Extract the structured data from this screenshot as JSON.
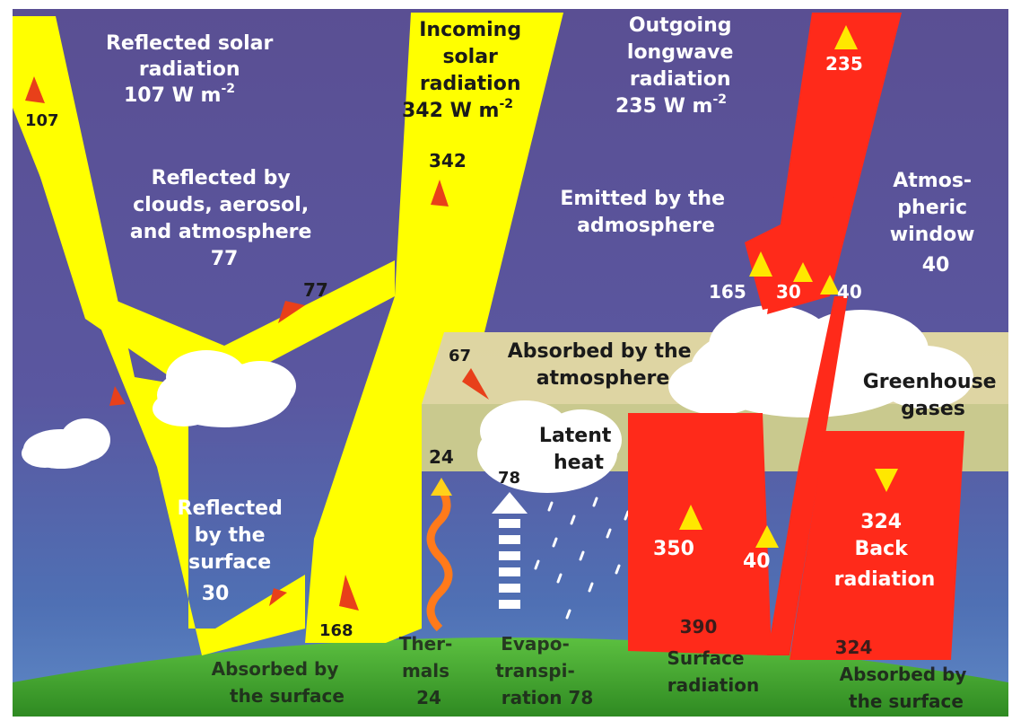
{
  "colors": {
    "sky_top": "#5a4f93",
    "sky_low": "#4f66a8",
    "absorb_band": "#e8dc9c",
    "latent_band": "#d8d88a",
    "ground": "#4aa830",
    "solar": "#ffff00",
    "longwave": "#ff2a1a",
    "arrow_solar": "#e8401a",
    "arrow_longwave": "#ffe800"
  },
  "labels": {
    "reflected_solar": [
      "Reflected solar",
      "radiation",
      "107 W m"
    ],
    "reflected_solar_sup": "-2",
    "incoming_solar": [
      "Incoming",
      "solar",
      "radiation",
      "342 W m"
    ],
    "incoming_solar_sup": "-2",
    "outgoing_longwave": [
      "Outgoing",
      "longwave",
      "radiation",
      "235 W m"
    ],
    "outgoing_longwave_sup": "-2",
    "reflected_by_clouds": [
      "Reflected by",
      "clouds, aerosol,",
      "and atmosphere",
      "77"
    ],
    "emitted_by_atmosphere": [
      "Emitted by the",
      "admosphere"
    ],
    "atmospheric_window": [
      "Atmos-",
      "pheric",
      "window",
      "40"
    ],
    "absorbed_by_atmosphere": [
      "Absorbed by the",
      "atmosphere"
    ],
    "greenhouse_gases": [
      "Greenhouse",
      "gases"
    ],
    "latent_heat": [
      "Latent",
      "heat"
    ],
    "reflected_by_surface": [
      "Reflected",
      "by the",
      "surface",
      "30"
    ],
    "back_radiation": [
      "324",
      "Back",
      "radiation"
    ],
    "absorbed_by_surface_left": [
      "Absorbed by",
      "the surface"
    ],
    "thermals": [
      "Ther-",
      "mals",
      "24"
    ],
    "evapotranspiration": [
      "Evapo-",
      "transpi-",
      "ration 78"
    ],
    "surface_radiation": [
      "390",
      "Surface",
      "radiation"
    ],
    "absorbed_by_surface_right": [
      "324",
      "Absorbed by",
      "the surface"
    ]
  },
  "values": {
    "reflected_total": "107",
    "incoming": "342",
    "reflected_clouds": "77",
    "absorbed_atmosphere": "67",
    "outgoing_top": "235",
    "emitted_165": "165",
    "emitted_30": "30",
    "window_40": "40",
    "thermals": "24",
    "latent": "78",
    "surface_350": "350",
    "window_surface_40": "40",
    "absorbed_surface": "168"
  }
}
